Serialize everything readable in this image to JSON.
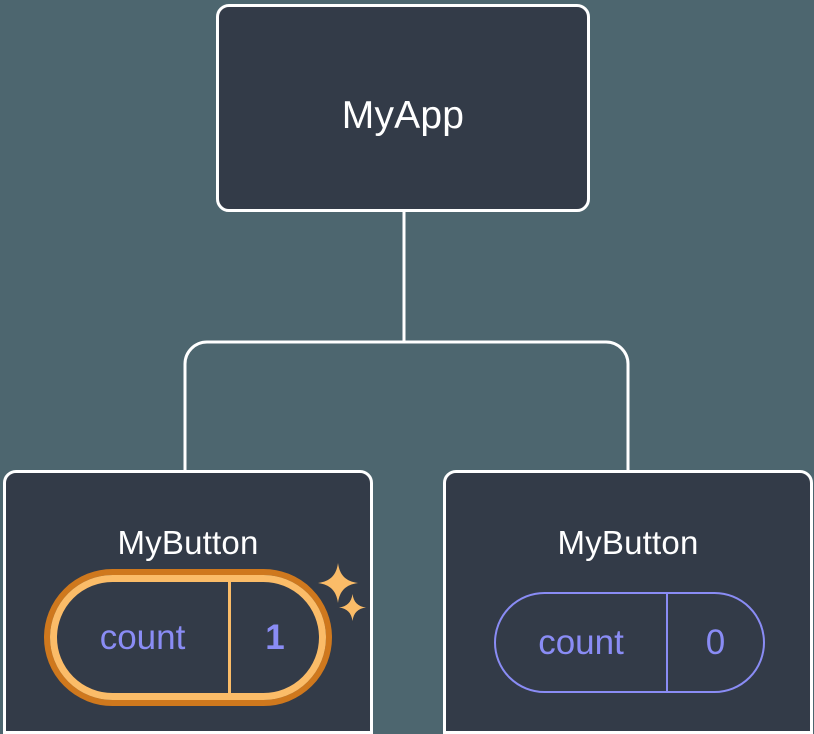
{
  "diagram": {
    "type": "component-tree",
    "background_color": "#4d666f",
    "node_fill_color": "#333b48",
    "node_border_color": "#ffffff",
    "connector_color": "#ffffff",
    "accent_highlight_color": "#fbbc68",
    "accent_highlight_outer_color": "#cf781d",
    "state_text_color": "#8a8cf5"
  },
  "root": {
    "title": "MyApp"
  },
  "children": [
    {
      "title": "MyButton",
      "state": {
        "key": "count",
        "value": "1"
      },
      "highlighted": true,
      "sparkles": [
        "sparkle-large",
        "sparkle-small"
      ]
    },
    {
      "title": "MyButton",
      "state": {
        "key": "count",
        "value": "0"
      },
      "highlighted": false,
      "sparkles": []
    }
  ]
}
